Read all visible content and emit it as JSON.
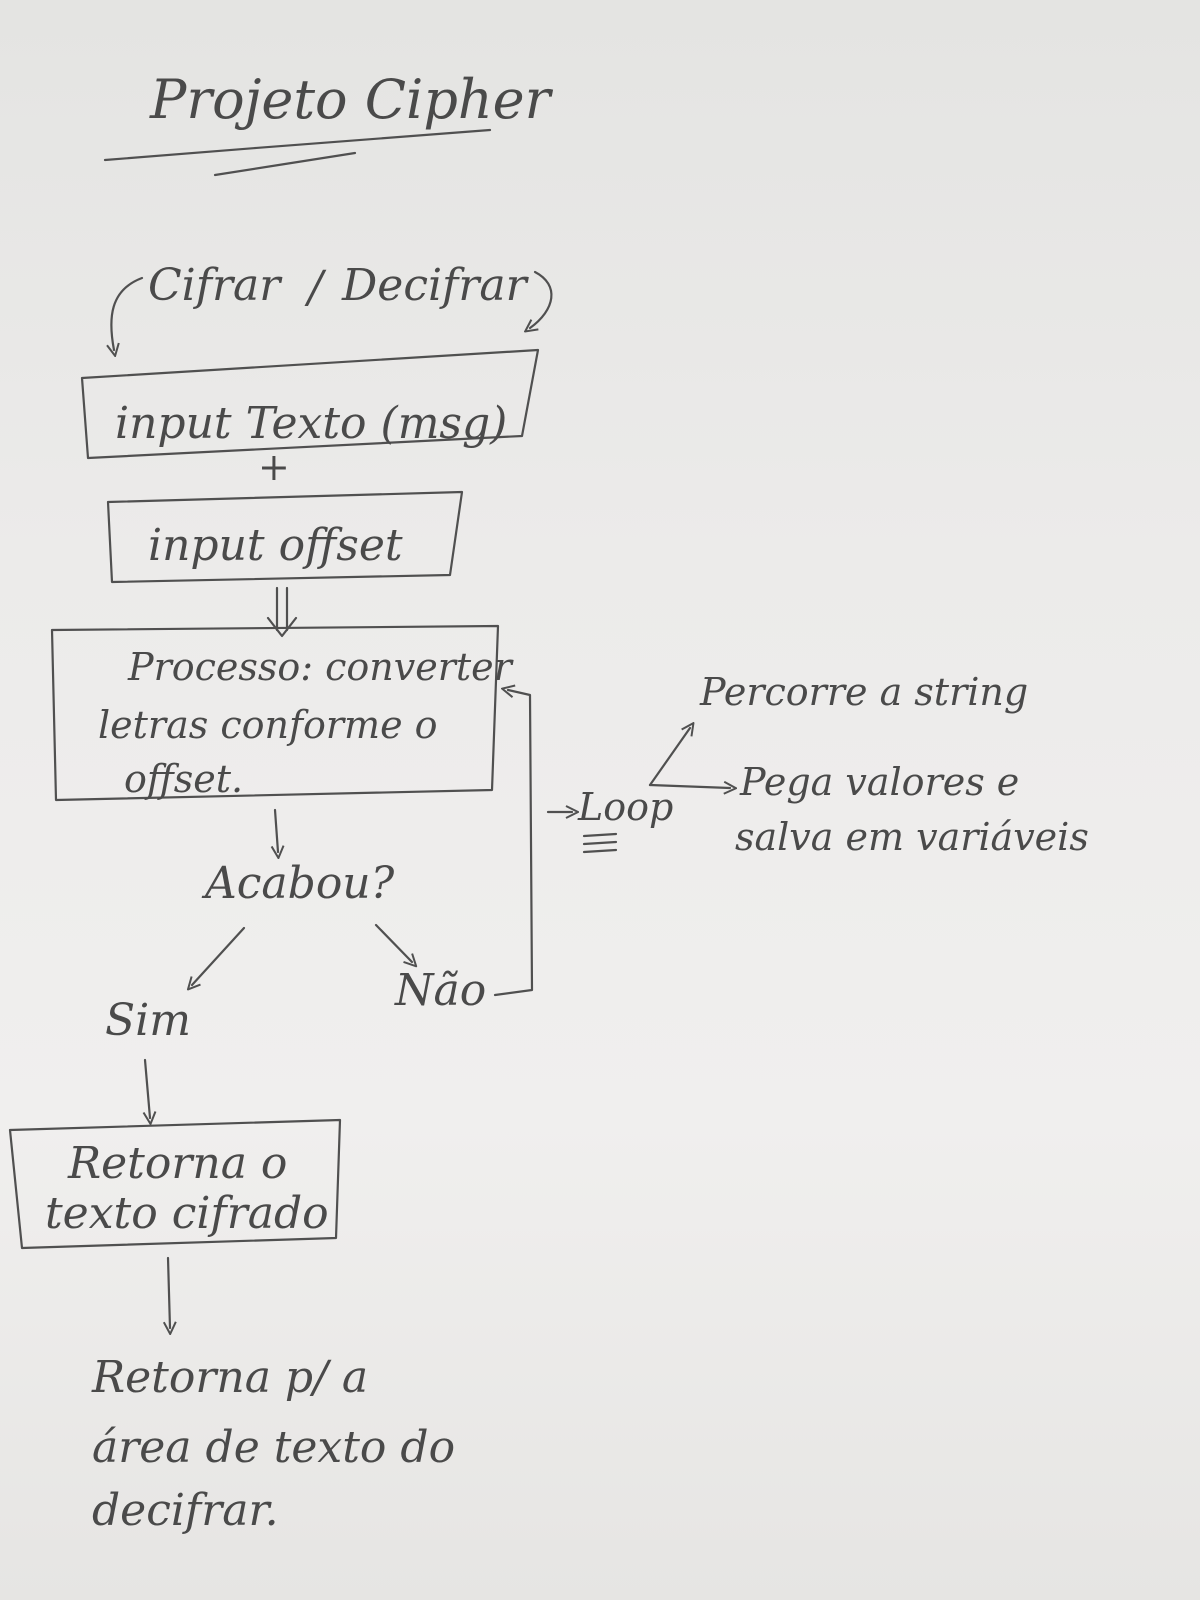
{
  "title": "Projeto Cipher",
  "modes": {
    "cipher": "Cifrar",
    "separator": "/",
    "decipher": "Decifrar"
  },
  "steps": {
    "input_text": "input Texto (msg)",
    "plus": "+",
    "input_offset": "input offset",
    "process_line1": "Processo: converter",
    "process_line2": "letras conforme o",
    "process_line3": "offset."
  },
  "decision": {
    "question": "Acabou?",
    "yes": "Sim",
    "no": "Não"
  },
  "loop": {
    "label": "Loop",
    "branch1": "Percorre a string",
    "branch2_line1": "Pega valores e",
    "branch2_line2": "salva em variáveis"
  },
  "result": {
    "line1": "Retorna o",
    "line2": "texto cifrado"
  },
  "final_note": {
    "line1": "Retorna p/ a",
    "line2": "área de texto do",
    "line3": "decifrar."
  }
}
